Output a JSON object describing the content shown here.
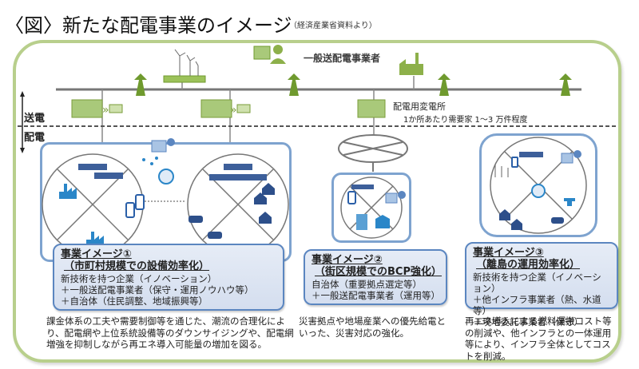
{
  "title": "〈図〉新たな配電事業のイメージ",
  "source": "（経済産業省資料より）",
  "grid": {
    "operator_label": "一般送配電事業者",
    "substation_label": "配電用変電所",
    "substation_sub": "1か所あたり需要家 1～3 万件程度",
    "transmission_label": "送電",
    "distribution_label": "配電"
  },
  "colors": {
    "frame": "#b8cf8c",
    "box_border": "#7ea3cf",
    "infobox_border": "#5b86c0",
    "icon_green": "#8db04a",
    "icon_blue": "#2a86c8"
  },
  "cases": [
    {
      "heading": "事業イメージ①",
      "subheading": "（市町村規模での設備効率化）",
      "lines": [
        "新技術を持つ企業（イノベーション）",
        "＋一般送配電事業者（保守・運用ノウハウ等）",
        "＋自治体（住民調整、地域振興等）"
      ],
      "description": "課金体系の工夫や需要制御等を通じた、潮流の合理化により、配電網や上位系統設備等のダウンサイジングや、配電網増強を抑制しながら再エネ導入可能量の増加を図る。"
    },
    {
      "heading": "事業イメージ②",
      "subheading": "（街区規模でのBCP強化）",
      "lines": [
        "自治体（重要拠点選定等）",
        "＋一般送配電事業者（運用等）"
      ],
      "description": "災害拠点や地場産業への優先給電といった、災害対応の強化。"
    },
    {
      "heading": "事業イメージ③",
      "subheading": "（離島の運用効率化）",
      "lines": [
        "新技術を持つ企業（イノベーション）",
        "＋他インフラ事業者（熱、水道等）",
        "＋現地委託事業者（保守）"
      ],
      "description": "再エネ導入による燃料運搬コスト等の削減や、他インフラとの一体運用等により、インフラ全体としてコストを削減。"
    }
  ]
}
